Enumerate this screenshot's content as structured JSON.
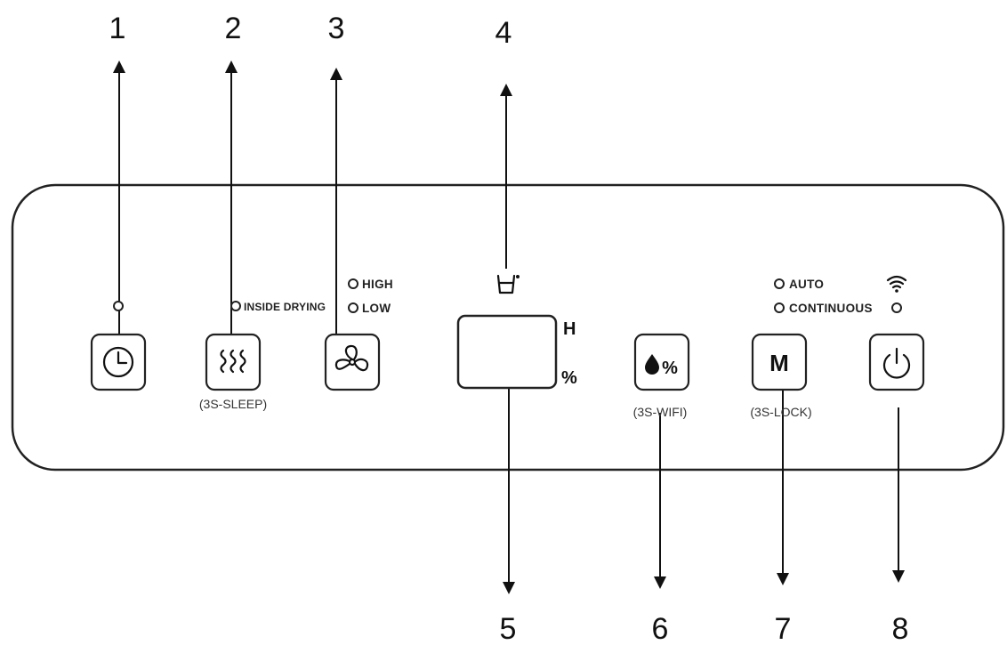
{
  "callouts": [
    "1",
    "2",
    "3",
    "4",
    "5",
    "6",
    "7",
    "8"
  ],
  "indicators": {
    "inside_drying": "INSIDE DRYING",
    "high": "HIGH",
    "low": "LOW",
    "auto": "AUTO",
    "continuous": "CONTINUOUS"
  },
  "sublabels": {
    "sleep": "(3S-SLEEP)",
    "wifi": "(3S-WIFI)",
    "lock": "(3S-LOCK)"
  },
  "display": {
    "unit_h": "H",
    "unit_pct": "%"
  },
  "buttons": {
    "humidity_symbol": "%",
    "mode_letter": "M"
  },
  "icons": [
    "clock-icon",
    "heat-waves-icon",
    "fan-icon",
    "water-tank-icon",
    "water-drop-icon",
    "wifi-icon",
    "power-icon"
  ]
}
